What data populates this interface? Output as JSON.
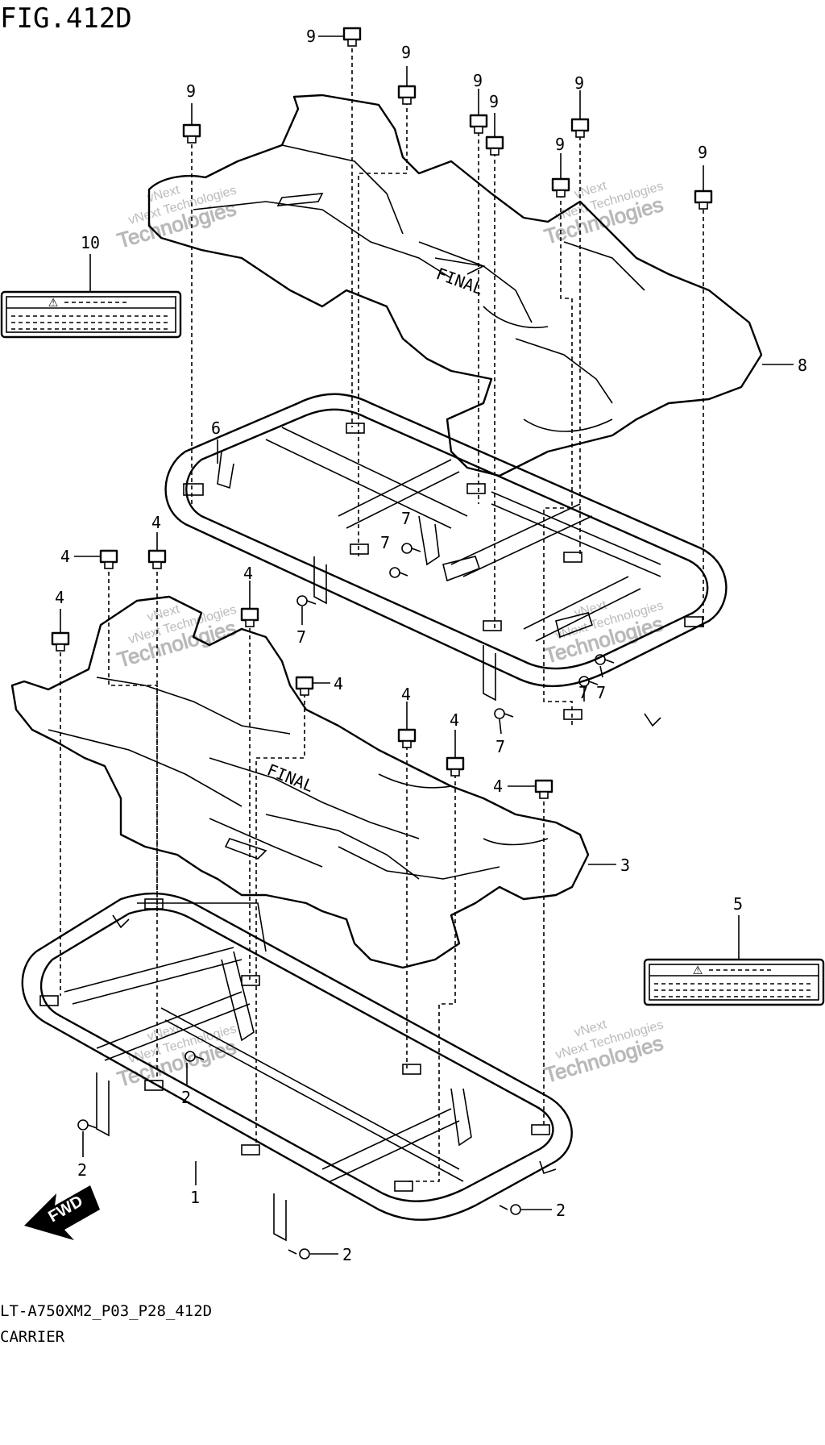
{
  "title": "FIG.412D",
  "footer": {
    "code": "LT-A750XM2_P03_P28_412D",
    "name": "CARRIER"
  },
  "watermark": {
    "brand": "vNext",
    "line1": "vNext Technologies",
    "line2": "Technologies"
  },
  "fwd_label": "FWD",
  "callouts": {
    "c1": "1",
    "c2": "2",
    "c3": "3",
    "c4": "4",
    "c5": "5",
    "c6": "6",
    "c7": "7",
    "c8": "8",
    "c9": "9",
    "c10": "10"
  },
  "labels": {
    "warning_mark": "⚠"
  }
}
